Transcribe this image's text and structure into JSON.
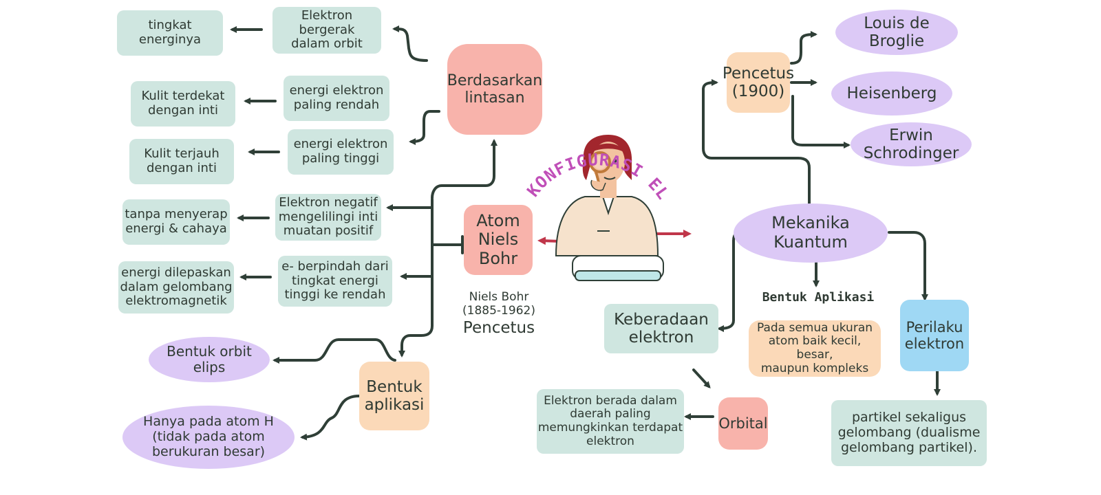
{
  "center": {
    "title": "KONFIGURASI ELEKTRON",
    "atom": "Atom\nNiels\nBohr",
    "person": "Niels Bohr\n(1885-1962)",
    "person_role": "Pencetus"
  },
  "left": {
    "lintasan": "Berdasarkan\nlintasan",
    "bergerak": "Elektron\nbergerak\ndalam orbit",
    "tingkat": "tingkat\nenerginya",
    "rendah": "energi elektron\npaling rendah",
    "terdekat": "Kulit terdekat\ndengan inti",
    "tinggi": "energi elektron\npaling tinggi",
    "terjauh": "Kulit terjauh\ndengan inti",
    "negatif": "Elektron negatif\nmengelilingi inti\nmuatan positif",
    "tanpa": "tanpa menyerap\nenergi & cahaya",
    "pindah": "e- berpindah dari\ntingkat energi\ntinggi ke rendah",
    "lepas": "energi dilepaskan\ndalam gelombang\nelektromagnetik",
    "aplikasi": "Bentuk\naplikasi",
    "elips": "Bentuk orbit\nelips",
    "atom_h": "Hanya pada atom H\n(tidak pada atom\nberukuran besar)"
  },
  "right": {
    "pencetus": "Pencetus\n(1900)",
    "broglie": "Louis de\nBroglie",
    "heisenberg": "Heisenberg",
    "schrodinger": "Erwin\nSchrodinger",
    "kuantum": "Mekanika\nKuantum",
    "bentuk_aplikasi": "Bentuk Aplikasi",
    "ukuran": "Pada semua ukuran\natom baik kecil, besar,\nmaupun kompleks",
    "keberadaan": "Keberadaan\nelektron",
    "perilaku": "Perilaku\nelektron",
    "orbital": "Orbital",
    "daerah": "Elektron berada dalam\ndaerah paling\nmemungkinkan terdapat\nelektron",
    "dualisme": "partikel sekaligus\ngelombang (dualisme\ngelombang partikel)."
  },
  "colors": {
    "line": "#2f3f37",
    "green": "#cfe6e0",
    "pink": "#f8b3ab",
    "peach": "#fbd9b8",
    "purple": "#dcc9f6",
    "blue": "#9fd8f4",
    "title": "#c04fb8",
    "red_arrow": "#c0364a"
  }
}
